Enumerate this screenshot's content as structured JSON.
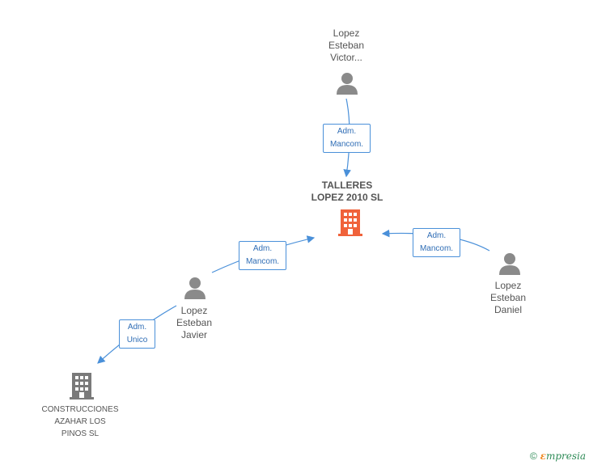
{
  "nodes": {
    "victor": {
      "label": "Lopez\nEsteban\nVictor..."
    },
    "daniel": {
      "label": "Lopez\nEsteban\nDaniel"
    },
    "javier": {
      "label": "Lopez\nEsteban\nJavier"
    },
    "talleres": {
      "label": "TALLERES\nLOPEZ 2010 SL"
    },
    "construcciones": {
      "label": "CONSTRUCCIONES\nAZAHAR LOS\nPINOS  SL"
    }
  },
  "relations": {
    "victor_talleres": "Adm.\nMancom.",
    "daniel_talleres": "Adm.\nMancom.",
    "javier_talleres": "Adm.\nMancom.",
    "javier_construcciones": "Adm.\nUnico"
  },
  "footer": {
    "copyright": "©",
    "brand_e": "ε",
    "brand_rest": "mpresia"
  },
  "colors": {
    "edge": "#4a90d9",
    "person_icon": "#8a8a8a",
    "main_company_icon": "#f0623a",
    "company_icon": "#7a7a7a"
  }
}
